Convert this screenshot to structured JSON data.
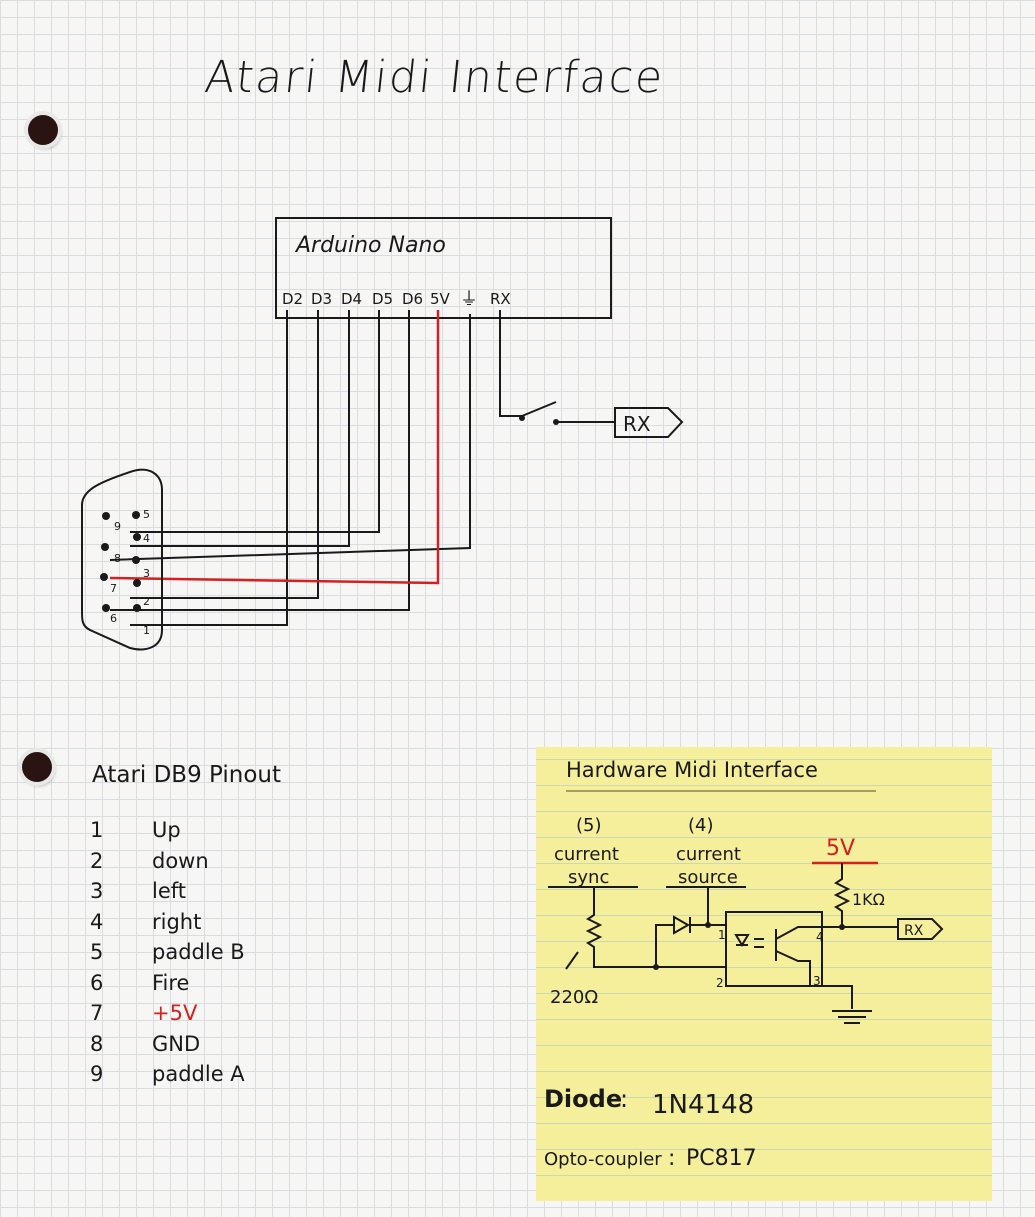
{
  "title": "Atari Midi Interface",
  "arduino": {
    "label": "Arduino Nano",
    "pins": [
      "D2",
      "D3",
      "D4",
      "D5",
      "D6",
      "5V",
      "⏚",
      "RX"
    ]
  },
  "rx_tag": "RX",
  "db9_pins": [
    "5",
    "4",
    "3",
    "2",
    "1",
    "9",
    "8",
    "7",
    "6"
  ],
  "pinout": {
    "heading": "Atari DB9 Pinout",
    "rows": [
      {
        "num": "1",
        "name": "Up"
      },
      {
        "num": "2",
        "name": "down"
      },
      {
        "num": "3",
        "name": "left"
      },
      {
        "num": "4",
        "name": "right"
      },
      {
        "num": "5",
        "name": "paddle B"
      },
      {
        "num": "6",
        "name": "Fire"
      },
      {
        "num": "7",
        "name": "+5V"
      },
      {
        "num": "8",
        "name": "GND"
      },
      {
        "num": "9",
        "name": "paddle A"
      }
    ]
  },
  "midi": {
    "heading": "Hardware Midi Interface",
    "sync_pin": "(5)",
    "sync_label_1": "current",
    "sync_label_2": "sync",
    "source_pin": "(4)",
    "source_label_1": "current",
    "source_label_2": "source",
    "supply": "5V",
    "pullup": "1KΩ",
    "resistor": "220Ω",
    "out": "RX",
    "opto_pin_1": "1",
    "opto_pin_2": "2",
    "opto_pin_3": "3",
    "opto_pin_4": "4",
    "diode_label": "Diode",
    "diode_value": "1N4148",
    "opto_label": "Opto-coupler",
    "opto_value": "PC817"
  },
  "colors": {
    "ink": "#1a1a1a",
    "red_wire": "#d42020",
    "sticky": "#f5ee9a"
  }
}
